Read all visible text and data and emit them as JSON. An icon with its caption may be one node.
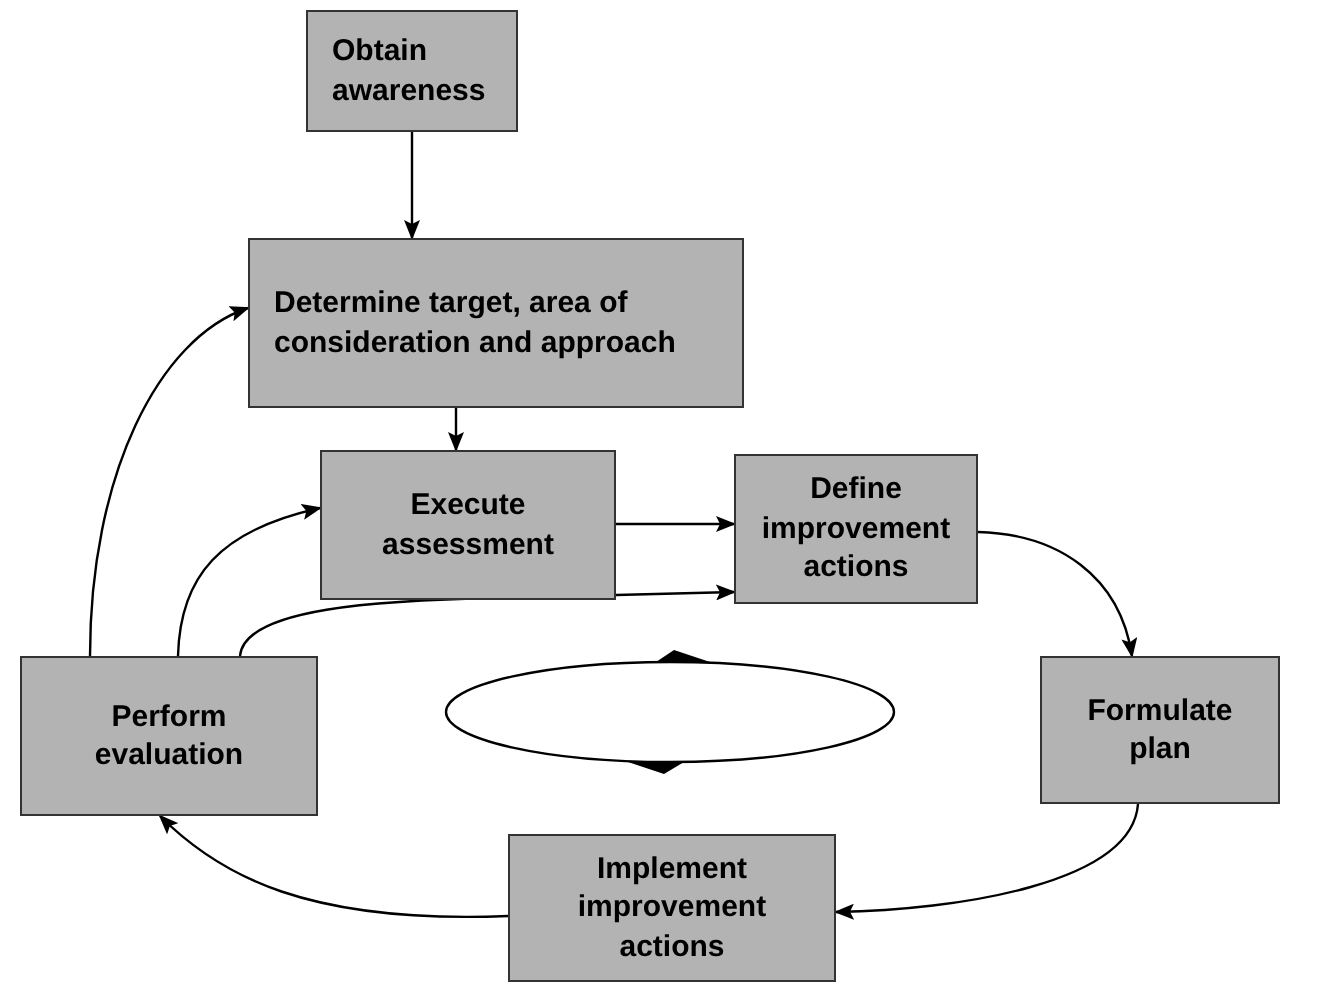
{
  "diagram": {
    "nodes": [
      {
        "text": [
          "Obtain awareness"
        ]
      },
      {
        "text": [
          "Determine target, area of consideration and approach"
        ]
      },
      {
        "text": [
          "Execute assessment"
        ]
      },
      {
        "text": [
          "Define improvement actions"
        ]
      },
      {
        "text": [
          "Formulate plan"
        ]
      },
      {
        "text": [
          "Implement improvement actions"
        ]
      },
      {
        "text": [
          "Perform evaluation"
        ]
      }
    ],
    "edges": [
      {
        "from": 0,
        "to": 1,
        "arrow": "to"
      },
      {
        "from": 1,
        "to": 2,
        "arrow": "to"
      },
      {
        "from": 2,
        "to": 3,
        "arrow": "to"
      },
      {
        "from": 6,
        "to": 3,
        "arrow": "to"
      },
      {
        "from": 3,
        "to": 4,
        "arrow": "to"
      },
      {
        "from": 4,
        "to": 5,
        "arrow": "to"
      },
      {
        "from": 5,
        "to": 6,
        "arrow": "to"
      },
      {
        "from": 6,
        "to": 1,
        "arrow": "to"
      },
      {
        "from": 6,
        "to": 2,
        "arrow": "to"
      }
    ]
  }
}
